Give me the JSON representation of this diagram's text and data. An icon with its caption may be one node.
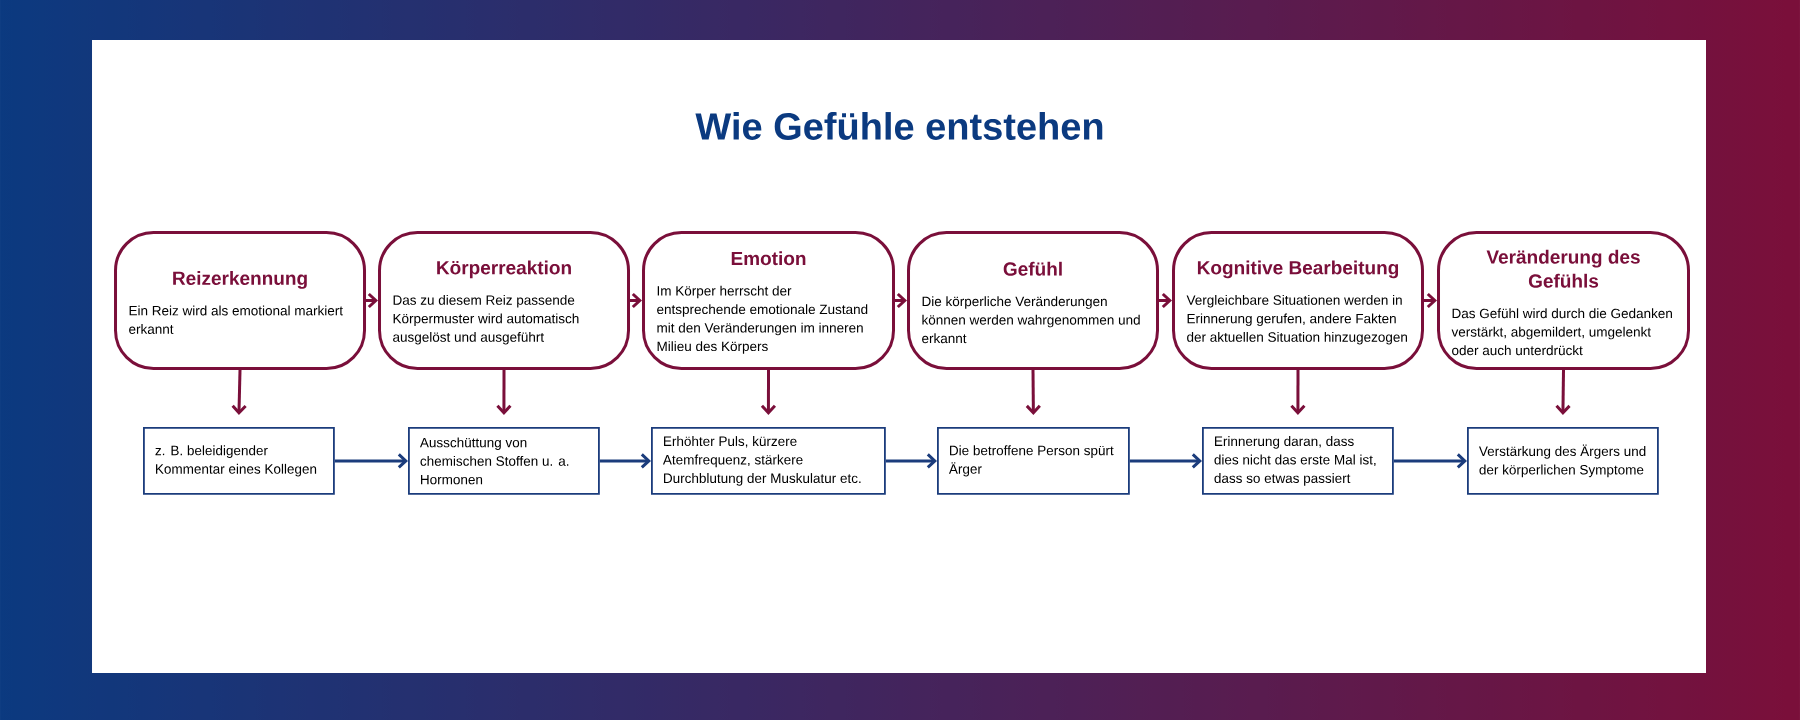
{
  "diagram": {
    "title": "Wie Gefühle entstehen",
    "nodes": [
      {
        "text": [
          "Reizerkennung",
          "Ein Reiz wird als emotional markiert erkannt"
        ]
      },
      {
        "text": [
          "Körperreaktion",
          "Das zu diesem Reiz passende Körpermuster wird automatisch ausgelöst und ausgeführt"
        ]
      },
      {
        "text": [
          "Emotion",
          "Im Körper herrscht der entsprechende emotionale Zustand mit den Veränderungen im inneren Milieu des Körpers"
        ]
      },
      {
        "text": [
          "Gefühl",
          "Die körperliche Veränderungen können werden wahrgenommen und erkannt"
        ]
      },
      {
        "text": [
          "Kognitive Bearbeitung",
          "Vergleichbare Situationen werden in Erinnerung gerufen, andere Fakten der aktuellen Situation hinzugezogen"
        ]
      },
      {
        "text": [
          "Veränderung des Gefühls",
          "Das Gefühl wird durch die Gedanken verstärkt, abgemildert, umgelenkt oder auch unterdrückt"
        ]
      },
      {
        "text": [
          "z. B. beleidigender Kommentar eines Kollegen"
        ]
      },
      {
        "text": [
          "Ausschüttung von chemischen Stoffen u. a. Hormonen"
        ]
      },
      {
        "text": [
          "Erhöhter Puls, kürzere Atemfrequenz, stärkere Durchblutung der Muskulatur etc."
        ]
      },
      {
        "text": [
          "Die betroffene Person spürt Ärger"
        ]
      },
      {
        "text": [
          "Erinnerung daran, dass dies nicht das erste Mal ist, dass so etwas passiert"
        ]
      },
      {
        "text": [
          "Verstärkung des Ärgers und der körperlichen Symptome"
        ]
      }
    ],
    "edges": [
      {
        "from": 0,
        "to": 1,
        "arrow": "to"
      },
      {
        "from": 1,
        "to": 2,
        "arrow": "to"
      },
      {
        "from": 2,
        "to": 3,
        "arrow": "to"
      },
      {
        "from": 3,
        "to": 4,
        "arrow": "to"
      },
      {
        "from": 4,
        "to": 5,
        "arrow": "to"
      },
      {
        "from": 0,
        "to": 6,
        "arrow": "to"
      },
      {
        "from": 1,
        "to": 7,
        "arrow": "to"
      },
      {
        "from": 2,
        "to": 8,
        "arrow": "to"
      },
      {
        "from": 3,
        "to": 9,
        "arrow": "to"
      },
      {
        "from": 4,
        "to": 10,
        "arrow": "to"
      },
      {
        "from": 5,
        "to": 11,
        "arrow": "to"
      },
      {
        "from": 6,
        "to": 7,
        "arrow": "to",
        "color": "#1b3c7c"
      },
      {
        "from": 7,
        "to": 8,
        "arrow": "to",
        "color": "#1b3c7c"
      },
      {
        "from": 8,
        "to": 9,
        "arrow": "to",
        "color": "#1b3c7c"
      },
      {
        "from": 9,
        "to": 10,
        "arrow": "to",
        "color": "#1b3c7c"
      },
      {
        "from": 10,
        "to": 11,
        "arrow": "to",
        "color": "#1b3c7c"
      }
    ]
  }
}
